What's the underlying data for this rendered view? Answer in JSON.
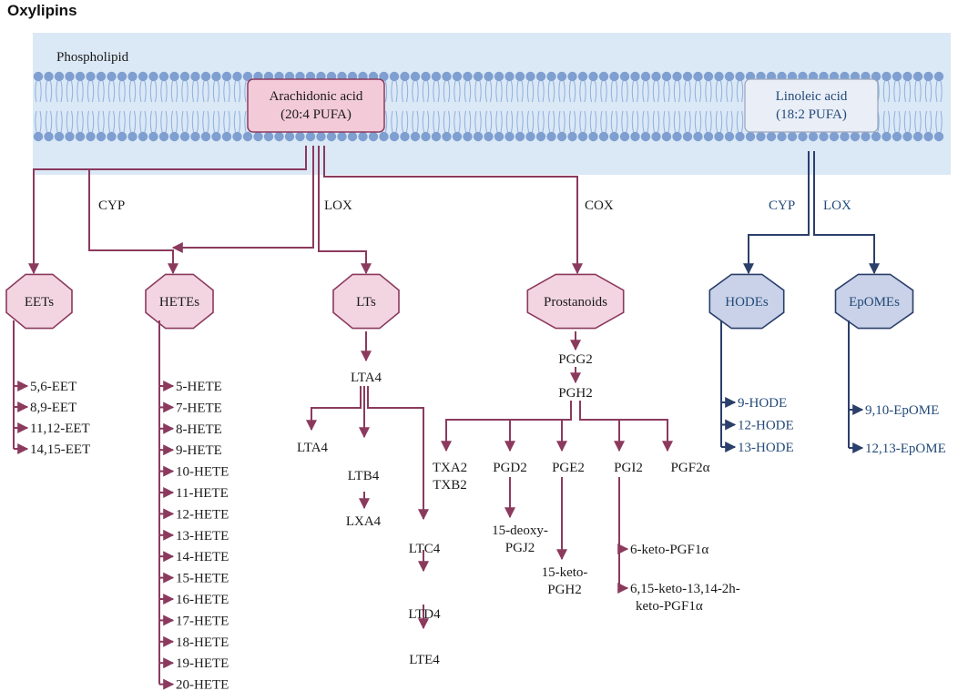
{
  "title": "Oxylipins",
  "membrane_label": "Phospholipid",
  "sources": {
    "arachidonic": {
      "line1": "Arachidonic acid",
      "line2": "(20:4 PUFA)"
    },
    "linoleic": {
      "line1": "Linoleic acid",
      "line2": "(18:2 PUFA)"
    }
  },
  "enzymes": {
    "aa_cyp": "CYP",
    "aa_lox": "LOX",
    "aa_cox": "COX",
    "la_cyp": "CYP",
    "la_lox": "LOX"
  },
  "nodes": {
    "eets": "EETs",
    "hetes": "HETEs",
    "lts": "LTs",
    "prostanoids": "Prostanoids",
    "hodes": "HODEs",
    "epomes": "EpOMEs"
  },
  "eet_list": [
    "5,6-EET",
    "8,9-EET",
    "11,12-EET",
    "14,15-EET"
  ],
  "hete_list": [
    "5-HETE",
    "7-HETE",
    "8-HETE",
    "9-HETE",
    "10-HETE",
    "11-HETE",
    "12-HETE",
    "13-HETE",
    "14-HETE",
    "15-HETE",
    "16-HETE",
    "17-HETE",
    "18-HETE",
    "19-HETE",
    "20-HETE"
  ],
  "hode_list": [
    "9-HODE",
    "12-HODE",
    "13-HODE"
  ],
  "epome_list": [
    "9,10-EpOME",
    "12,13-EpOME"
  ],
  "lt_pathway": {
    "lta4": "LTA4",
    "lta4_branch": "LTA4",
    "ltb4": "LTB4",
    "lxa4": "LXA4",
    "ltc4": "LTC4",
    "ltd4": "LTD4",
    "lte4": "LTE4"
  },
  "prostanoid_pathway": {
    "pgg2": "PGG2",
    "pgh2": "PGH2",
    "txa2": "TXA2",
    "txb2": "TXB2",
    "pgd2": "PGD2",
    "pgj2_line1": "15-deoxy-",
    "pgj2_line2": "PGJ2",
    "pge2": "PGE2",
    "keto_pgh2_line1": "15-keto-",
    "keto_pgh2_line2": "PGH2",
    "pgi2": "PGI2",
    "pgf2a": "PGF2α",
    "keto_pgf1a": "6-keto-PGF1α",
    "keto_2h_line1": "6,15-keto-13,14-2h-",
    "keto_2h_line2": "keto-PGF1α"
  },
  "colors": {
    "aa_line": "#8b3a5e",
    "la_line": "#2b3f6b",
    "aa_node_fill": "#f3d5e1",
    "la_node_fill": "#c9d2e8",
    "membrane_band": "#dbe8f6",
    "lipid_head": "#7f9fd0",
    "la_text": "#234a78"
  }
}
